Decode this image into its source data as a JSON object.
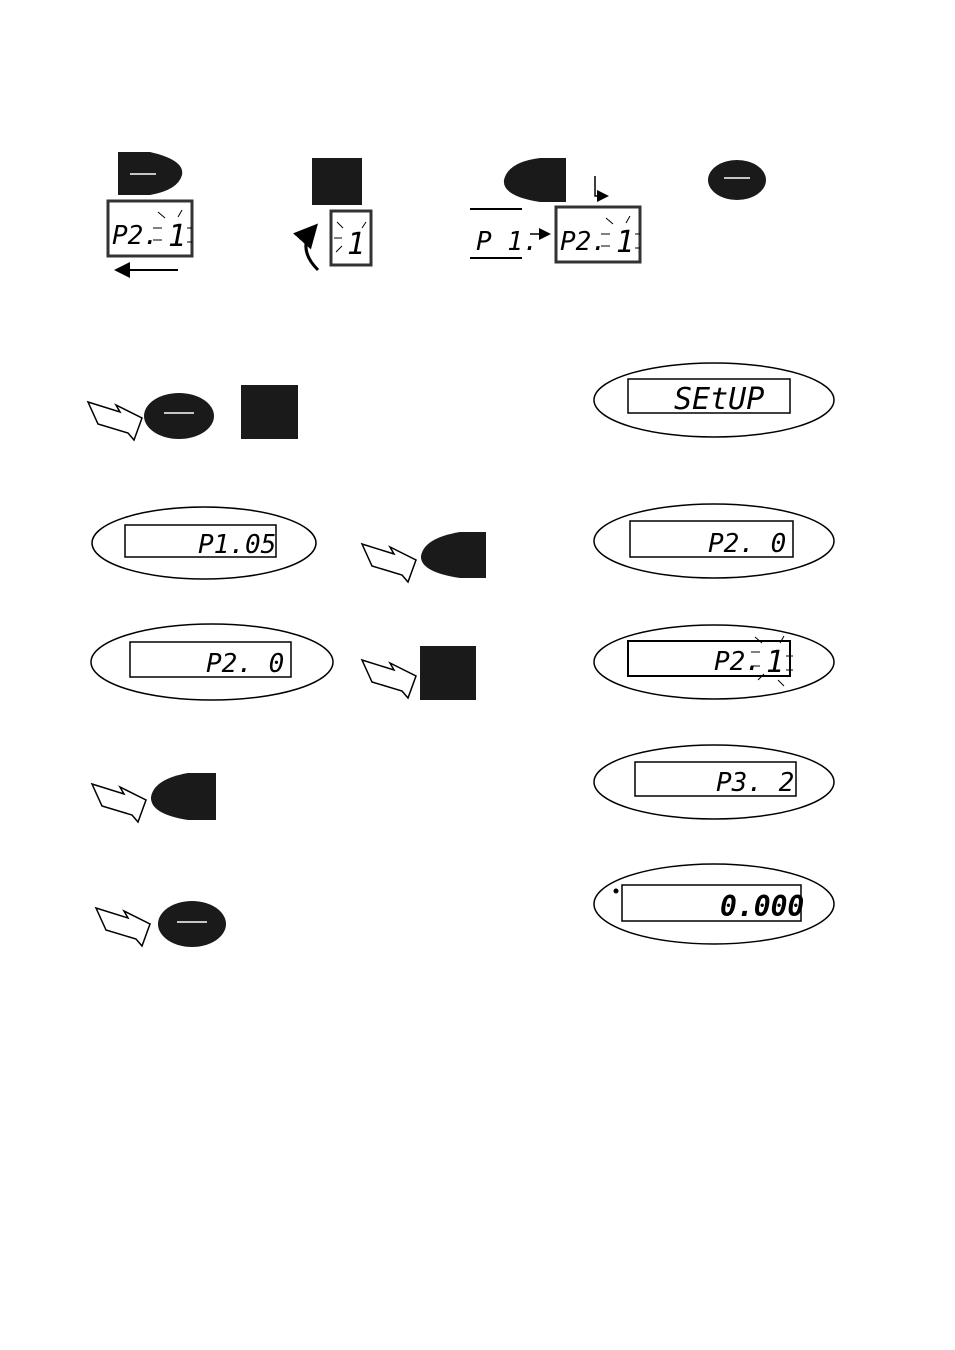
{
  "colors": {
    "ink": "#000000",
    "button": "#1a1a1a",
    "paper": "#ffffff",
    "lcd_frame": "#333333"
  },
  "legend": {
    "buttons": [
      "left-arrow-button",
      "square-button",
      "enter-button",
      "minus-button"
    ],
    "display_1": {
      "param": "P2.",
      "digit": "1"
    },
    "display_2": {
      "digit": "1"
    },
    "display_3": {
      "from": "P 1.",
      "to_param": "P2.",
      "to_digit": "1"
    }
  },
  "steps": {
    "setup": "SEtUP",
    "p1": "P1.05",
    "p2_right": "P2.  0",
    "p2_left": "P2.  0",
    "p2_edit_param": "P2.",
    "p2_edit_digit": "1",
    "p3": "P3.  2",
    "final": "0.000"
  }
}
